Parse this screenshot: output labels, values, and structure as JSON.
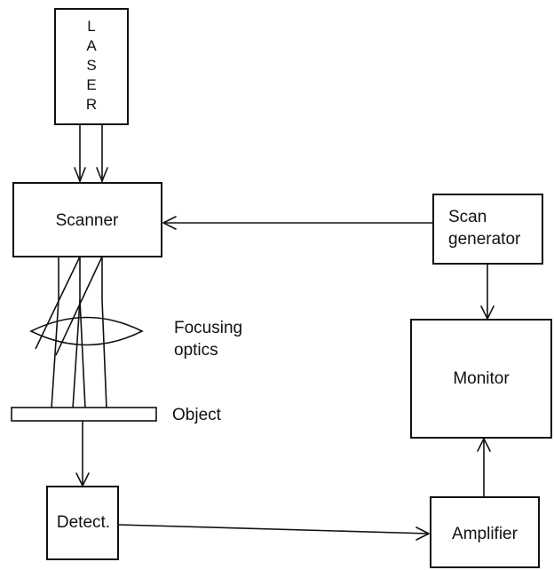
{
  "diagram": {
    "laser_letters": [
      "L",
      "A",
      "S",
      "E",
      "R"
    ],
    "scanner": "Scanner",
    "scan_generator": [
      "Scan",
      "generator"
    ],
    "focusing_optics": [
      "Focusing",
      "optics"
    ],
    "object": "Object",
    "monitor": "Monitor",
    "detector": "Detect.",
    "amplifier": "Amplifier"
  }
}
